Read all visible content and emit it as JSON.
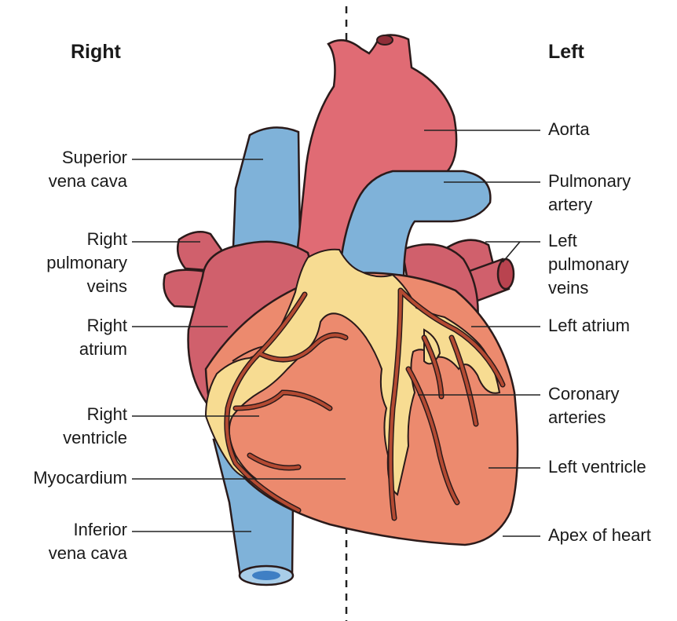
{
  "headers": {
    "right": "Right",
    "left": "Left"
  },
  "labels": {
    "superior_vena_cava": [
      "Superior",
      "vena cava"
    ],
    "right_pulmonary_veins": [
      "Right",
      "pulmonary",
      "veins"
    ],
    "right_atrium": [
      "Right",
      "atrium"
    ],
    "right_ventricle": [
      "Right",
      "ventricle"
    ],
    "myocardium": [
      "Myocardium"
    ],
    "inferior_vena_cava": [
      "Inferior",
      "vena cava"
    ],
    "aorta": [
      "Aorta"
    ],
    "pulmonary_artery": [
      "Pulmonary",
      "artery"
    ],
    "left_pulmonary_veins": [
      "Left",
      "pulmonary",
      "veins"
    ],
    "left_atrium": [
      "Left atrium"
    ],
    "coronary_arteries": [
      "Coronary",
      "arteries"
    ],
    "left_ventricle": [
      "Left ventricle"
    ],
    "apex_of_heart": [
      "Apex of heart"
    ]
  },
  "colors": {
    "vein_blue": "#7fb2d9",
    "vessel_red": "#e06b74",
    "atrium_red": "#d0606c",
    "ventricle_salmon": "#ec8a6e",
    "fat_yellow": "#f7dc92",
    "coronary_brown": "#b44a32",
    "outline": "#2a1a1a"
  }
}
